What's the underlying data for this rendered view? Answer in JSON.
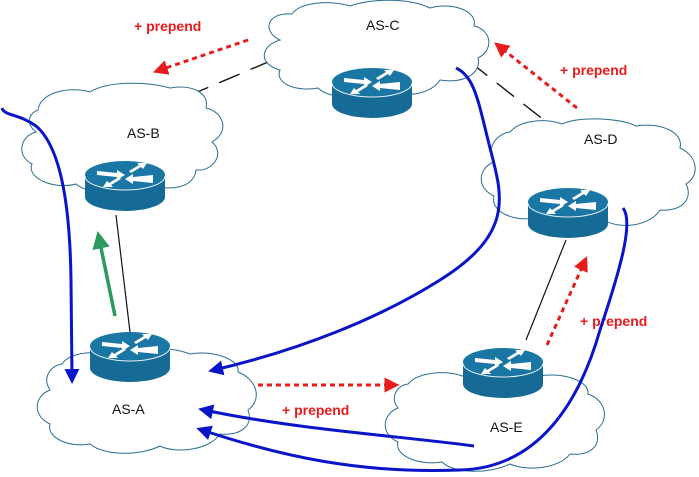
{
  "diagram": {
    "title": "BGP AS path prepending topology",
    "nodes": [
      {
        "id": "AS-A",
        "label": "AS-A"
      },
      {
        "id": "AS-B",
        "label": "AS-B"
      },
      {
        "id": "AS-C",
        "label": "AS-C"
      },
      {
        "id": "AS-D",
        "label": "AS-D"
      },
      {
        "id": "AS-E",
        "label": "AS-E"
      }
    ],
    "links": [
      {
        "from": "AS-A",
        "to": "AS-B",
        "style": "solid"
      },
      {
        "from": "AS-B",
        "to": "AS-C",
        "style": "dashed"
      },
      {
        "from": "AS-C",
        "to": "AS-D",
        "style": "dashed"
      },
      {
        "from": "AS-D",
        "to": "AS-E",
        "style": "solid"
      }
    ],
    "annotations": [
      {
        "text": "+ prepend",
        "direction": "AS-C to AS-B"
      },
      {
        "text": "+ prepend",
        "direction": "AS-D to AS-C"
      },
      {
        "text": "+ prepend",
        "direction": "AS-E to AS-D"
      },
      {
        "text": "+ prepend",
        "direction": "AS-A to AS-E"
      }
    ],
    "flows": [
      {
        "path": "AS-B to AS-A",
        "color": "#0a14c8"
      },
      {
        "path": "AS-C via AS-D to AS-A",
        "color": "#0a14c8"
      },
      {
        "path": "AS-E to AS-A",
        "color": "#0a14c8"
      },
      {
        "path": "AS-D via AS-E to AS-A",
        "color": "#0a14c8"
      },
      {
        "path": "AS-A to AS-B (preferred)",
        "color": "#2a9a5e"
      }
    ],
    "colors": {
      "router": "#156a96",
      "prepend": "#e81c1c",
      "flow": "#0a14c8",
      "preferred": "#2a9a5e"
    }
  }
}
